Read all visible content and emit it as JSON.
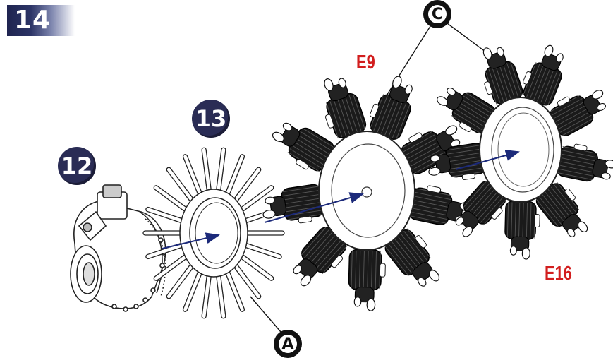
{
  "step": "14",
  "callouts": {
    "gearbox": "12",
    "collector_ring": "13"
  },
  "part_codes": {
    "front_row": "E9",
    "rear_row": "E16"
  },
  "letters": {
    "exhaust_pipe": "A",
    "cylinder_heads": "C"
  },
  "colors": {
    "arrow": "#1c2a7a",
    "part_code": "#d21e1e",
    "badge": "#2a2c55"
  }
}
